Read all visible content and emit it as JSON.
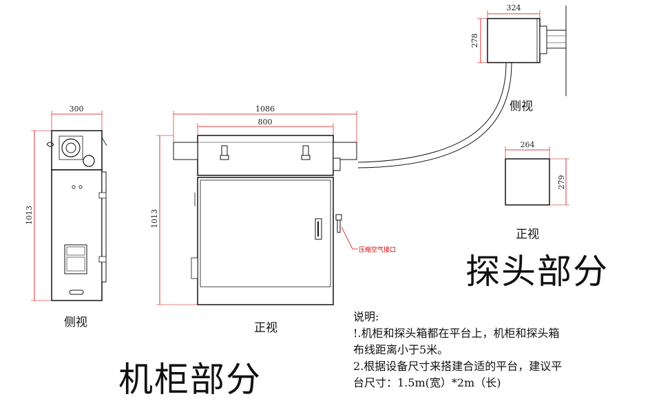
{
  "dimensions": {
    "probe_side_width": "324",
    "probe_side_height": "278",
    "probe_front_width": "264",
    "probe_front_height": "279",
    "cabinet_side_width": "300",
    "cabinet_side_height": "1013",
    "cabinet_front_total_width": "1086",
    "cabinet_front_body_width": "800",
    "cabinet_front_height": "1013"
  },
  "labels": {
    "probe_side_view": "侧视",
    "probe_front_view": "正视",
    "cabinet_side_view": "侧视",
    "cabinet_front_view": "正视",
    "air_inlet": "压缩空气接口"
  },
  "titles": {
    "probe_section": "探头部分",
    "cabinet_section": "机柜部分"
  },
  "notes": {
    "heading": "说明:",
    "line1": "!.机柜和探头箱都在平台上，机柜和探头箱",
    "line2": "布线距离小于5米。",
    "line3": "2.根据设备尺寸来搭建合适的平台，建议平",
    "line4": "台尺寸：1.5m(宽）*2m（长)"
  },
  "colors": {
    "line": "#111111",
    "dimension": "#c00000"
  }
}
